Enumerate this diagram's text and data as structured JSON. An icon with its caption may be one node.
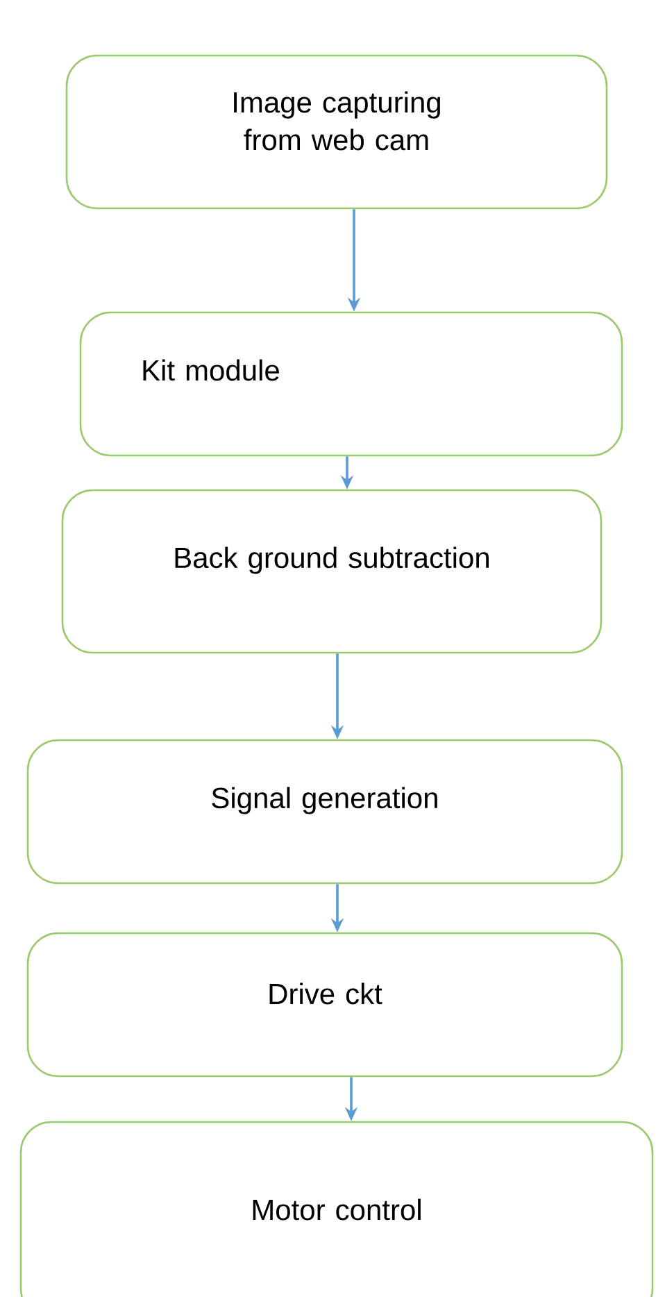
{
  "diagram": {
    "nodes": [
      {
        "text": [
          "Image capturing from web cam"
        ]
      },
      {
        "text": [
          "Kit module"
        ]
      },
      {
        "text": [
          "Back ground subtraction"
        ]
      },
      {
        "text": [
          "Signal generation"
        ]
      },
      {
        "text": [
          "Drive ckt"
        ]
      },
      {
        "text": [
          "Motor control"
        ]
      }
    ],
    "edges": [
      {
        "from": 0,
        "to": 1,
        "arrow": "to"
      },
      {
        "from": 1,
        "to": 2,
        "arrow": "to"
      },
      {
        "from": 2,
        "to": 3,
        "arrow": "to"
      },
      {
        "from": 3,
        "to": 4,
        "arrow": "to"
      },
      {
        "from": 4,
        "to": 5,
        "arrow": "to"
      }
    ]
  }
}
